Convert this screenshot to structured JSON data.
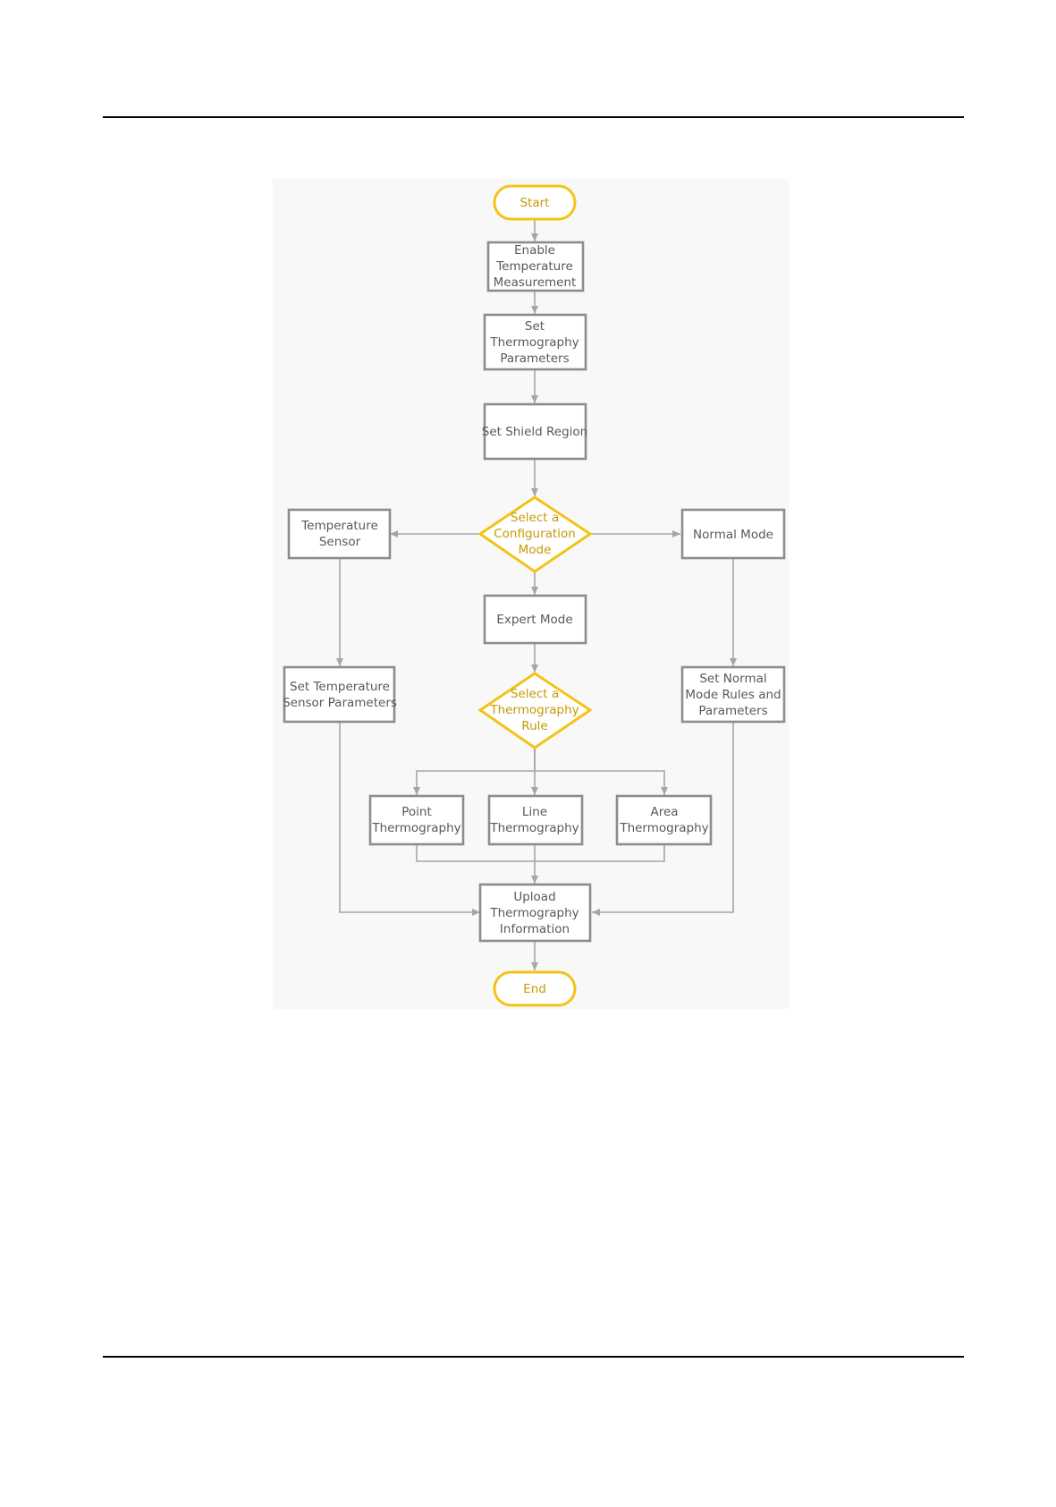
{
  "nodes": {
    "start": "Start",
    "enable": [
      "Enable",
      "Temperature",
      "Measurement"
    ],
    "set_params": [
      "Set",
      "Thermography",
      "Parameters"
    ],
    "shield": "Set Shield Region",
    "config_mode": [
      "Select a",
      "Configuration",
      "Mode"
    ],
    "temp_sensor": [
      "Temperature",
      "Sensor"
    ],
    "normal_mode": "Normal Mode",
    "expert_mode": "Expert Mode",
    "sensor_params": [
      "Set Temperature",
      "Sensor Parameters"
    ],
    "rule": [
      "Select a",
      "Thermography",
      "Rule"
    ],
    "normal_rules": [
      "Set Normal",
      "Mode Rules and",
      "Parameters"
    ],
    "point": [
      "Point",
      "Thermography"
    ],
    "line": [
      "Line",
      "Thermography"
    ],
    "area": [
      "Area",
      "Thermography"
    ],
    "upload": [
      "Upload",
      "Thermography",
      "Information"
    ],
    "end": "End"
  },
  "colors": {
    "terminal_stroke": "#f3c316",
    "terminal_text": "#c59a06",
    "box_stroke": "#8c8c8c",
    "connector": "#a6a6a6",
    "text": "#595959"
  }
}
